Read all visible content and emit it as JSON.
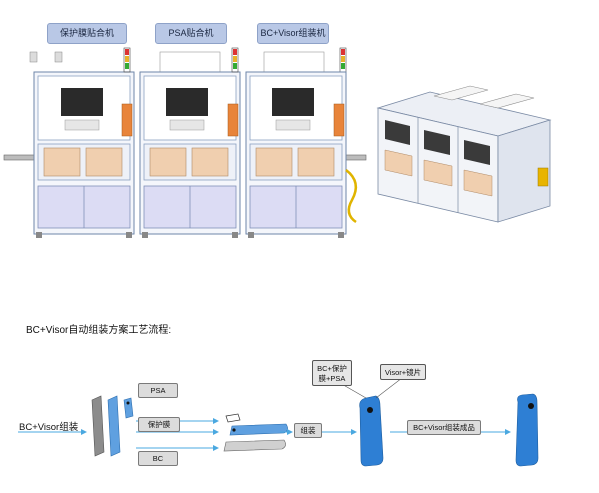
{
  "machines": {
    "labels": [
      "保护膜贴合机",
      "PSA贴合机",
      "BC+Visor组装机"
    ]
  },
  "process": {
    "title": "BC+Visor自动组装方案工艺流程:",
    "input_label": "BC+Visor组装",
    "steps": [
      "PSA",
      "保护膜",
      "BC"
    ],
    "assemble_label": "组装",
    "callout_left": "BC+保护\n膜+PSA",
    "callout_right": "Visor+镜片",
    "final_label": "BC+Visor组装成品"
  },
  "colors": {
    "tag_fill": "#b9c8e6",
    "arrow": "#4aa8e0",
    "frame": "#9fb2cc",
    "panel": "#dcdcf4",
    "part_blue": "#2e7fd4"
  }
}
